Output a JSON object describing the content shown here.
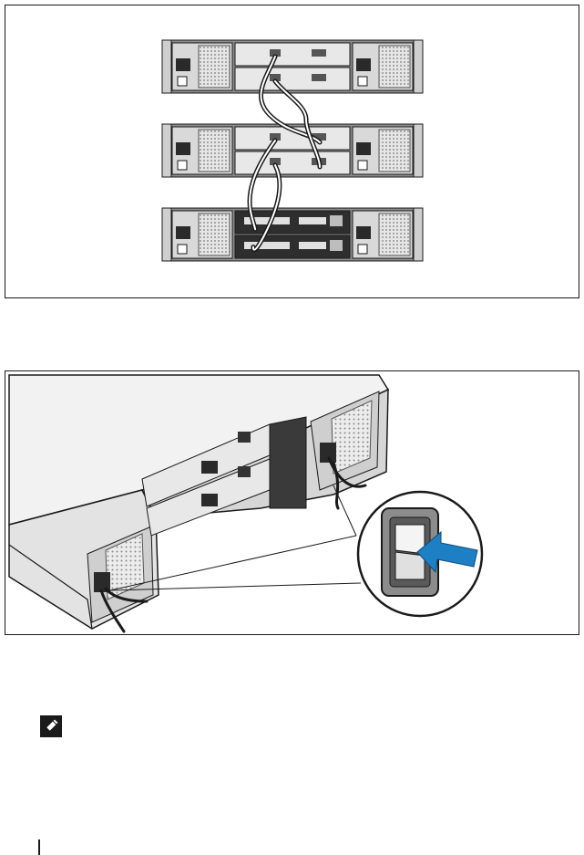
{
  "page": {
    "figures": [
      {
        "id": "fig1",
        "name": "storage-enclosure-cabling-diagram"
      },
      {
        "id": "fig2",
        "name": "enclosure-power-switch-illustration"
      }
    ],
    "icons": {
      "note": "note-pencil-icon"
    },
    "colors": {
      "line": "#1a1a1a",
      "panel": "#d9d9d9",
      "panel_dark": "#8c8c8c",
      "mesh": "#bdbdbd",
      "arrow_blue": "#1d7fc4"
    }
  }
}
